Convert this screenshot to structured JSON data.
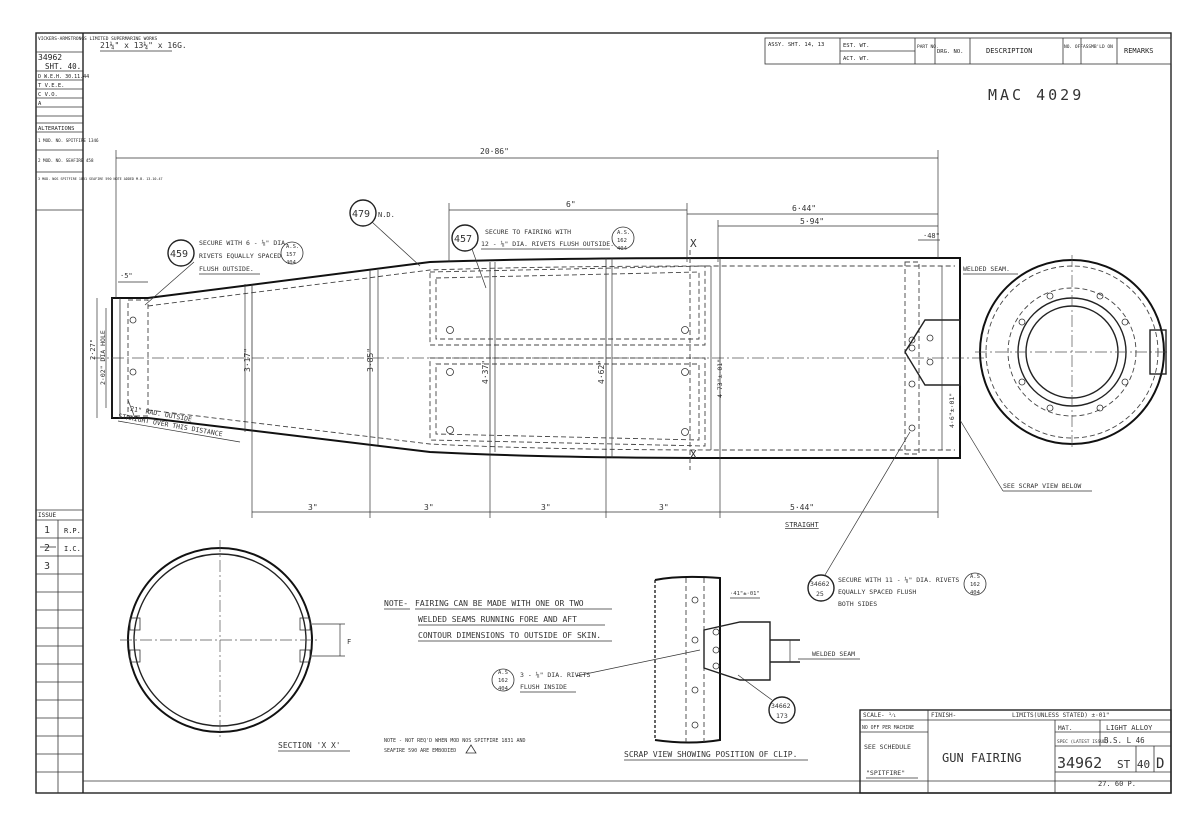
{
  "left_strip": {
    "company": "VICKERS-ARMSTRONGS LIMITED SUPERMARINE WORKS",
    "drawing_no": "34962",
    "sheet": "SHT. 40.",
    "d_line": "D W.E.H. 30.11.44",
    "t_line": "T V.E.E.",
    "c_line": "C V.O.",
    "a_line": "A",
    "alterations_title": "ALTERATIONS",
    "alt1": "1 MOD. NO. SPITFIRE 1346",
    "alt2": "2 MOD. NO. SEAFIRE 458",
    "alt3": "3 MOD. NOS SPITFIRE 1831 SEAFIRE 590 NOTE ADDED M.B. 13-10-47",
    "issue_title": "ISSUE",
    "issues": [
      {
        "no": "1",
        "by": "R.P."
      },
      {
        "no": "2",
        "by": "I.C."
      },
      {
        "no": "3",
        "by": ""
      }
    ]
  },
  "material_note": "21¼\" x 13¼\" x 16G.",
  "top_table": {
    "assy": "ASSY. SHT. 14, 13",
    "est_wt": "EST. WT.",
    "act_wt": "ACT. WT.",
    "part_no": "PART NO.",
    "drg_no": "DRG. NO.",
    "description": "DESCRIPTION",
    "no_off": "NO. OFF",
    "assmbld_on": "ASSMB'LD ON",
    "remarks": "REMARKS"
  },
  "handwritten_ref": "MAC 4029",
  "dimensions": {
    "overall": "20·86\"",
    "six": "6\"",
    "d644": "6·44\"",
    "d594": "5·94\"",
    "d48": "·48\"",
    "d5": "·5\"",
    "dia202": "2·02\" DIA HOLE",
    "d227": "2·27\"",
    "d317": "3·17\"",
    "d385": "3·85\"",
    "d437": "4·37\"",
    "d462": "4·62\"",
    "d473": "4·73\"±·01\"",
    "d46": "4·6\"±·01\"",
    "b1": "3\"",
    "b2": "3\"",
    "b3": "3\"",
    "b4": "3\"",
    "b5": "5·44\"",
    "straight": "STRAIGHT",
    "rad": "·21\" RAD. OUTSIDE",
    "straight_over": "STRAIGHT OVER THIS DISTANCE",
    "clip_dim": "·41\"±·01\"",
    "section_f": "F",
    "x_top": "X",
    "x_bot": "X"
  },
  "balloons": {
    "b459": "459",
    "b479": "479",
    "b479_suffix": "N.D.",
    "b457": "457",
    "b34662a_1": "34662",
    "b34662a_2": "25",
    "b34662b_1": "34662",
    "b34662b_2": "173"
  },
  "callouts": {
    "c459_1": "SECURE WITH 6 - ⅛\" DIA.",
    "c459_2": "RIVETS EQUALLY SPACED",
    "c459_3": "FLUSH OUTSIDE.",
    "as157_1": "A.S.",
    "as157_2": "157",
    "as157_3": "404",
    "c457_1": "SECURE TO FAIRING WITH",
    "c457_2": "12 - ⅛\" DIA. RIVETS FLUSH OUTSIDE.",
    "as162a_1": "A.S.",
    "as162a_2": "162",
    "as162a_3": "404",
    "welded_seam": "WELDED SEAM.",
    "see_scrap": "SEE SCRAP VIEW BELOW",
    "c11_1": "SECURE WITH 11 - ⅛\" DIA. RIVETS",
    "c11_2": "EQUALLY SPACED FLUSH",
    "c11_3": "BOTH SIDES",
    "as162b_1": "A.S",
    "as162b_2": "162",
    "as162b_3": "404",
    "c3_1": "3 - ⅛\" DIA. RIVETS",
    "c3_2": "FLUSH INSIDE",
    "as162c_1": "A.S",
    "as162c_2": "162",
    "as162c_3": "404",
    "welded_seam2": "WELDED SEAM"
  },
  "notes": {
    "note_label": "NOTE-",
    "note1": "FAIRING CAN BE MADE WITH ONE OR TWO",
    "note2": "WELDED SEAMS RUNNING FORE AND AFT",
    "note3": "CONTOUR DIMENSIONS TO OUTSIDE OF SKIN.",
    "note_small_1": "NOTE - NOT REQ'D WHEN MOD NOS SPITFIRE 1831 AND",
    "note_small_2": "SEAFIRE 590 ARE EMBODIED"
  },
  "titles": {
    "section": "SECTION 'X X'",
    "scrap": "SCRAP VIEW SHOWING POSITION OF CLIP."
  },
  "title_block": {
    "scale": "SCALE- ¹⁄₁",
    "finish": "FINISH-",
    "limits": "LIMITS(UNLESS STATED) ±·01\"",
    "off_per_machine": "NO OFF PER MACHINE",
    "see_schedule": "SEE SCHEDULE",
    "spitfire": "\"SPITFIRE\"",
    "part_name": "GUN FAIRING",
    "mat_label": "MAT.",
    "mat_value": "LIGHT ALLOY",
    "spec_label": "SPEC (LATEST ISSUE)",
    "spec_value": "B.S. L 46",
    "drawing_no": "34962",
    "sheet_no": "ST 40",
    "issue_letter": "D",
    "footer": "27. 60 P."
  }
}
